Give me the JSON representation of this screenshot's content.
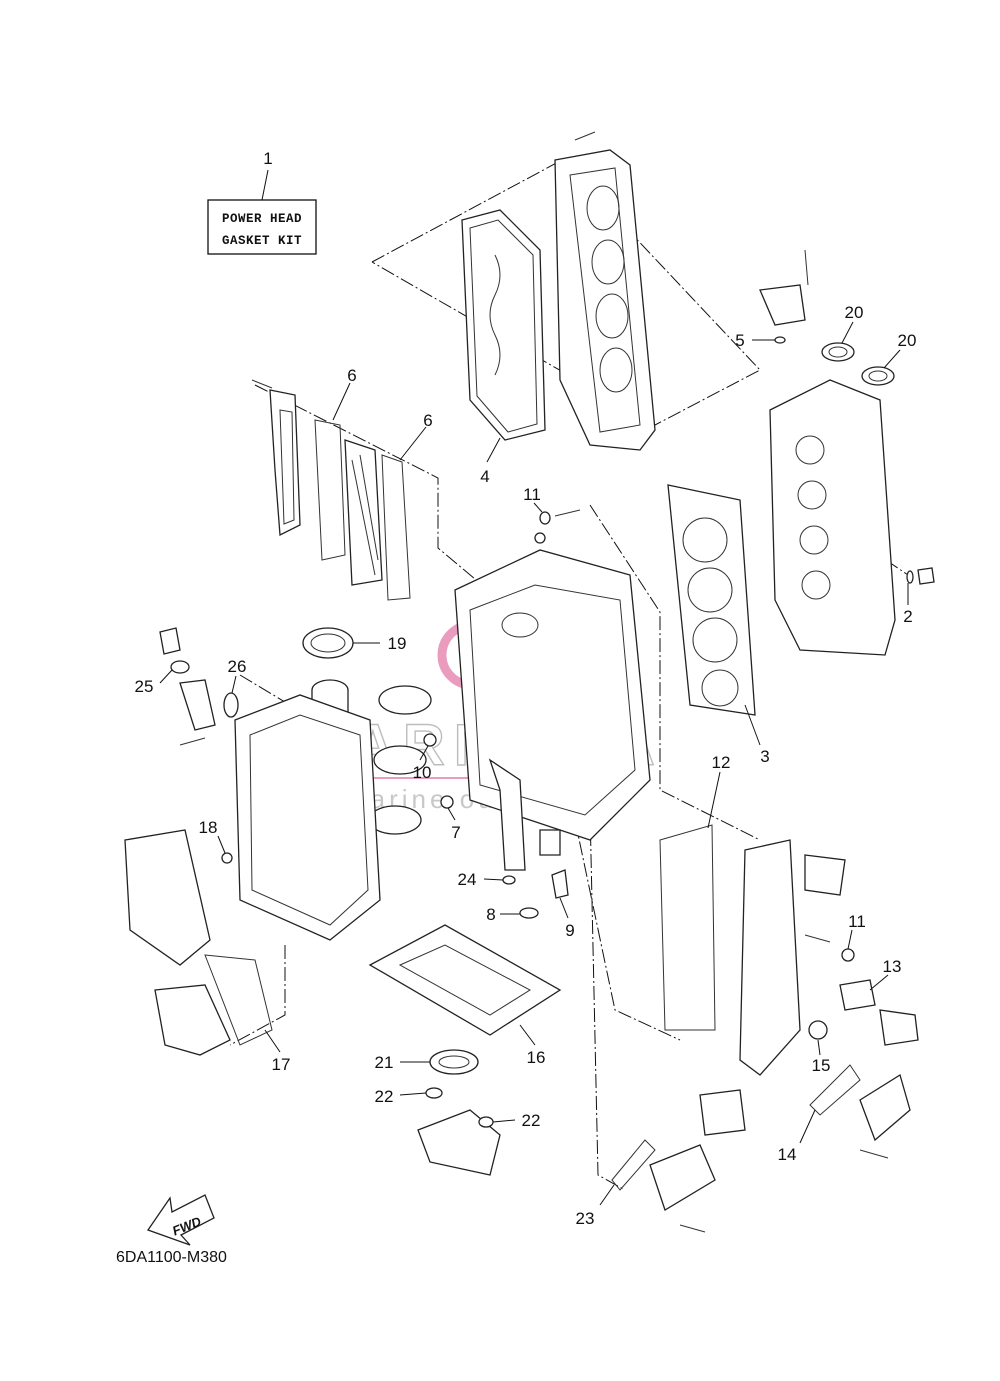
{
  "kit_label": {
    "line1": "POWER HEAD",
    "line2": "GASKET KIT"
  },
  "fwd_label": "FWD",
  "drawing_code": "6DA1100-M380",
  "watermark": {
    "brand": "ARMADA",
    "tagline": "marine outboards",
    "accent_color": "#e58bb3"
  },
  "callouts": {
    "c1": "1",
    "c2": "2",
    "c3": "3",
    "c4": "4",
    "c5": "5",
    "c6a": "6",
    "c6b": "6",
    "c7": "7",
    "c8": "8",
    "c9": "9",
    "c10": "10",
    "c11a": "11",
    "c11b": "11",
    "c12": "12",
    "c13": "13",
    "c14": "14",
    "c15": "15",
    "c16": "16",
    "c17": "17",
    "c18": "18",
    "c19": "19",
    "c20a": "20",
    "c20b": "20",
    "c21": "21",
    "c22a": "22",
    "c22b": "22",
    "c23": "23",
    "c24": "24",
    "c25": "25",
    "c26": "26"
  }
}
